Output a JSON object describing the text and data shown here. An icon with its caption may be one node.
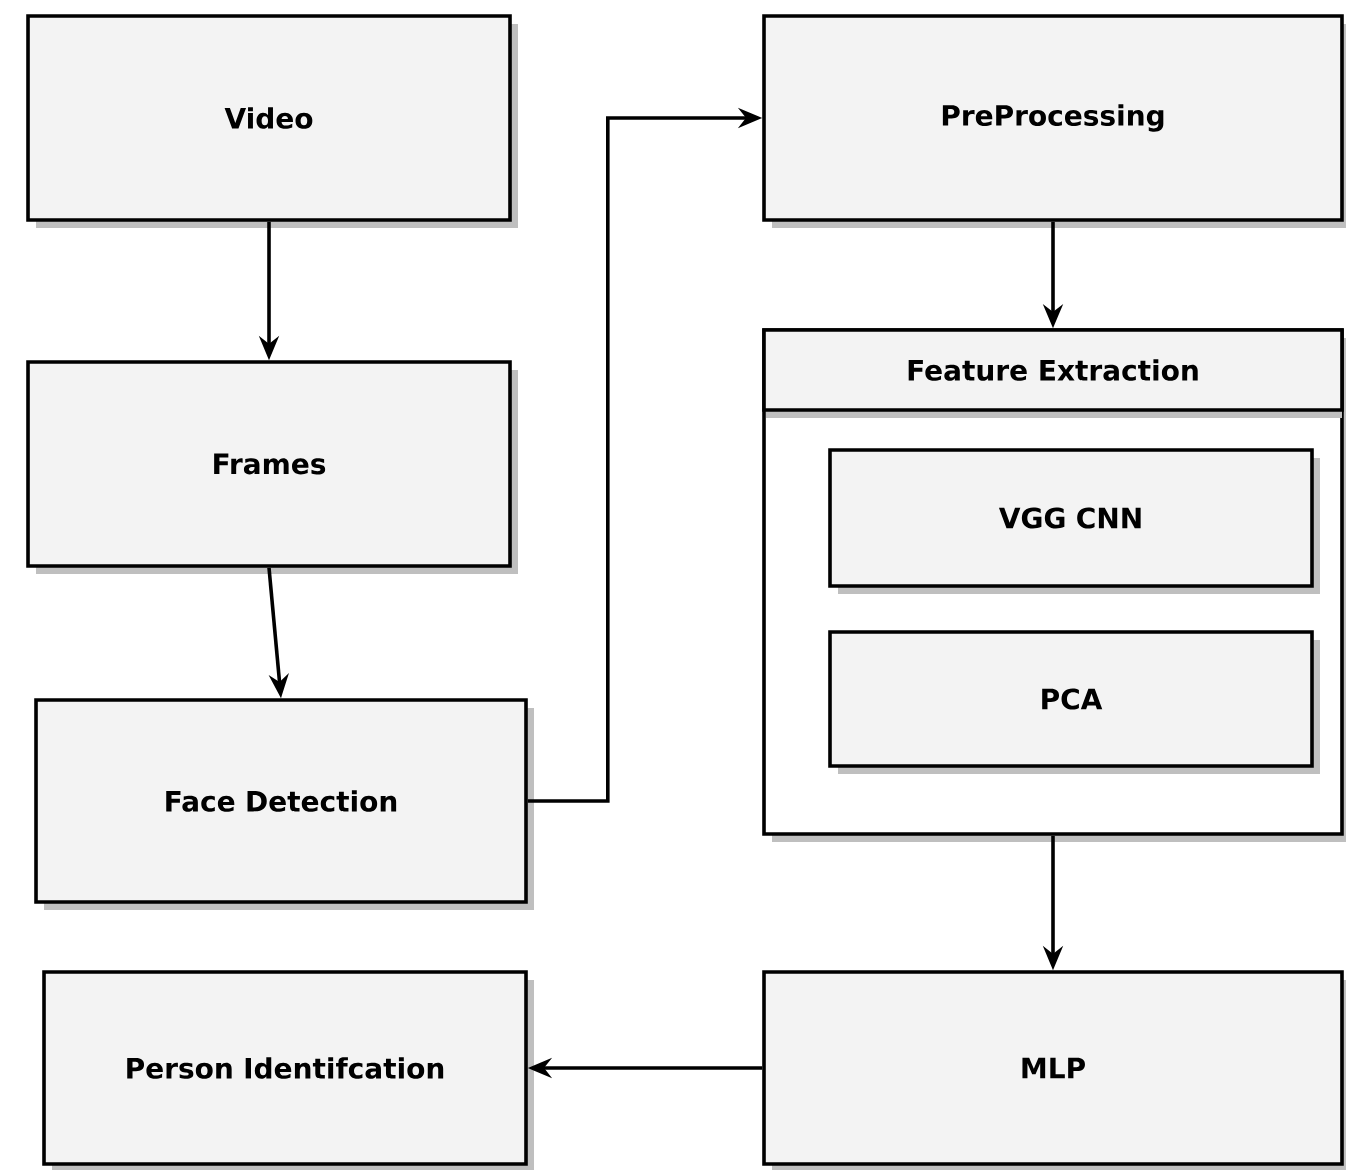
{
  "diagram": {
    "nodes": [
      {
        "text": [
          "Video"
        ]
      },
      {
        "text": [
          "Frames"
        ]
      },
      {
        "text": [
          "Face Detection"
        ]
      },
      {
        "text": [
          "Person Identifcation"
        ]
      },
      {
        "text": [
          "PreProcessing"
        ]
      },
      {
        "text": [
          "Feature Extraction"
        ]
      },
      {
        "text": [
          "VGG CNN"
        ],
        "in": 5
      },
      {
        "text": [
          "PCA"
        ],
        "in": 5
      },
      {
        "text": [
          "MLP"
        ]
      }
    ],
    "edges": [
      {
        "from": 0,
        "to": 1,
        "arrow": "to"
      },
      {
        "from": 1,
        "to": 2,
        "arrow": "to"
      },
      {
        "from": 2,
        "to": 4,
        "arrow": "to"
      },
      {
        "from": 4,
        "to": 5,
        "arrow": "to"
      },
      {
        "from": 5,
        "to": 8,
        "arrow": "to"
      },
      {
        "from": 8,
        "to": 3,
        "arrow": "to"
      }
    ]
  }
}
